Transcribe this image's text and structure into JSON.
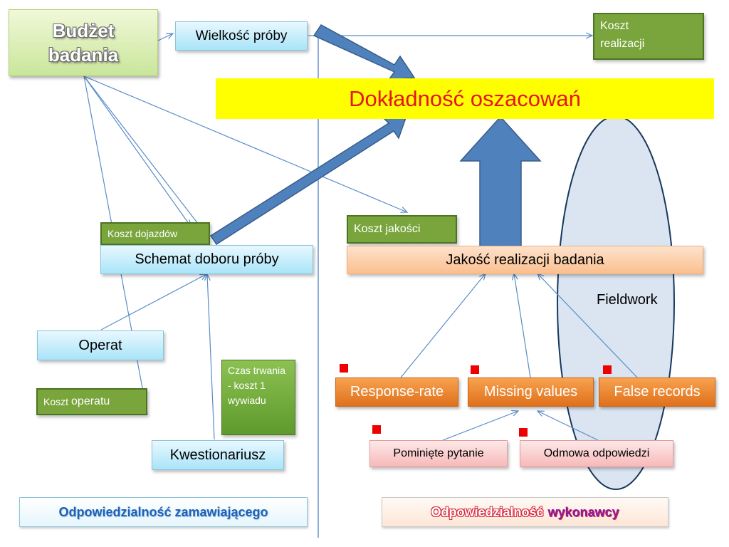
{
  "budget": "Budżet badania",
  "sample_size": "Wielkość próby",
  "cost_realization": "Koszt realizacji",
  "accuracy": "Dokładność oszacowań",
  "travel_cost": "Koszt dojazdów",
  "sampling_scheme": "Schemat doboru próby",
  "quality_cost": "Koszt jakości",
  "quality": "Jakość realizacji badania",
  "fieldwork": "Fieldwork",
  "frame": "Operat",
  "frame_cost_prefix": "Koszt",
  "frame_cost_suffix": "operatu",
  "duration": "Czas trwania  - koszt 1 wywiadu",
  "questionnaire": "Kwestionariusz",
  "response_rate": "Response-rate",
  "missing_values": "Missing values",
  "false_records": "False records",
  "skipped_question": "Pominięte pytanie",
  "refusal": "Odmowa odpowiedzi",
  "client_responsibility": "Odpowiedzialność zamawiającego",
  "contractor_responsibility_a": "Odpowiedzialność",
  "contractor_responsibility_b": "wykonawcy",
  "colors": {
    "accuracy_band": "#ffff00",
    "accuracy_text": "#e8141b",
    "arrow_blue": "#4f81bd",
    "ellipse": "#dbe5f1",
    "line": "#5a8cc8"
  }
}
